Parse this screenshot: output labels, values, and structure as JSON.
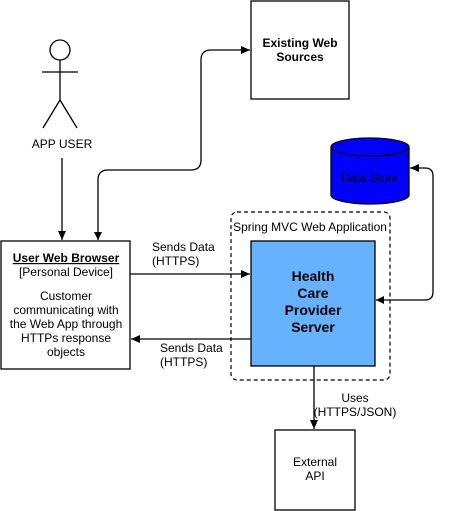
{
  "actor": {
    "label": "APP USER"
  },
  "existing_sources": {
    "line1": "Existing Web",
    "line2": "Sources"
  },
  "data_store": {
    "label": "Data Store"
  },
  "spring_app": {
    "label": "Spring MVC Web Application"
  },
  "browser": {
    "title": "User Web Browser",
    "subtitle": "[Personal Device]",
    "desc1": "Customer",
    "desc2": "communicating with",
    "desc3": "the Web App through",
    "desc4": "HTTPs response",
    "desc5": "objects"
  },
  "server": {
    "line1": "Health",
    "line2": "Care",
    "line3": "Provider",
    "line4": "Server"
  },
  "external_api": {
    "line1": "External",
    "line2": "API"
  },
  "edges": {
    "sends_top_1": "Sends Data",
    "sends_top_2": "(HTTPS)",
    "sends_bottom_1": "Sends Data",
    "sends_bottom_2": "(HTTPS)",
    "uses_1": "Uses",
    "uses_2": "(HTTPS/JSON)"
  },
  "colors": {
    "server_fill": "#66b2ff",
    "data_store_fill": "#0000ff",
    "stroke": "#000000"
  }
}
